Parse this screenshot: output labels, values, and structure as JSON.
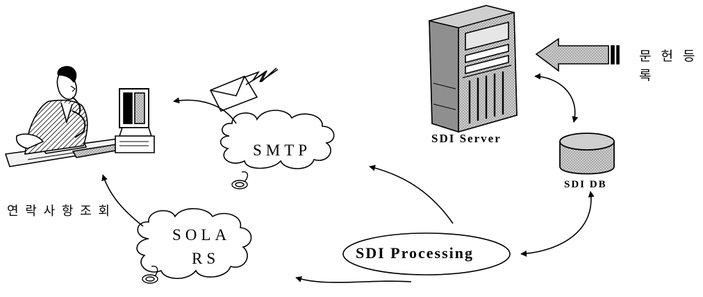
{
  "nodes": {
    "smtp": "SMTP",
    "solaris_line1": "SOLA",
    "solaris_line2": "RS",
    "sdi_processing": "SDI Processing",
    "sdi_server": "SDI Server",
    "sdi_db": "SDI DB"
  },
  "labels": {
    "register_line1": "문 헌 등",
    "register_line2": "록",
    "contact_query": "연 락 사 항 조 회"
  },
  "icons": [
    "user-at-computer-icon",
    "server-tower-icon",
    "database-cylinder-icon",
    "envelope-icon",
    "mouse-icon"
  ],
  "colors": {
    "ink": "#000000",
    "fill_gray": "#9a9a9a",
    "background": "#ffffff"
  }
}
